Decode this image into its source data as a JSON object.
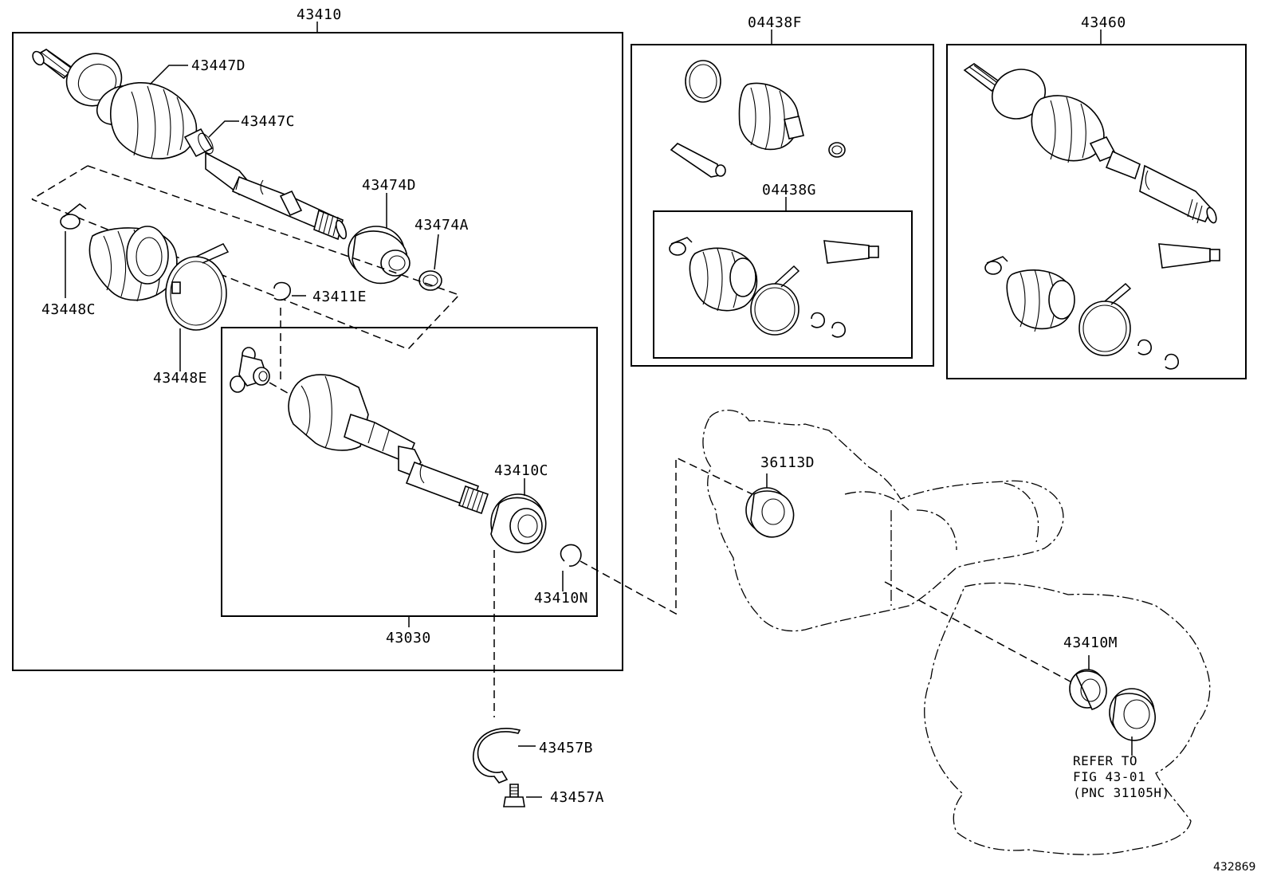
{
  "diagram": {
    "groups": {
      "g43410": "43410",
      "g04438F": "04438F",
      "g04438G": "04438G",
      "g43460": "43460",
      "g43030": "43030"
    },
    "parts": {
      "p43447D": "43447D",
      "p43447C": "43447C",
      "p43474D": "43474D",
      "p43474A": "43474A",
      "p43448C": "43448C",
      "p43411E": "43411E",
      "p43448E": "43448E",
      "p43410C": "43410C",
      "p43410N": "43410N",
      "p36113D": "36113D",
      "p43410M": "43410M",
      "p43457B": "43457B",
      "p43457A": "43457A"
    },
    "refer_note": {
      "line1": "REFER TO",
      "line2": "FIG 43-01",
      "line3": "(PNC 31105H)"
    },
    "figure_number": "432869"
  }
}
